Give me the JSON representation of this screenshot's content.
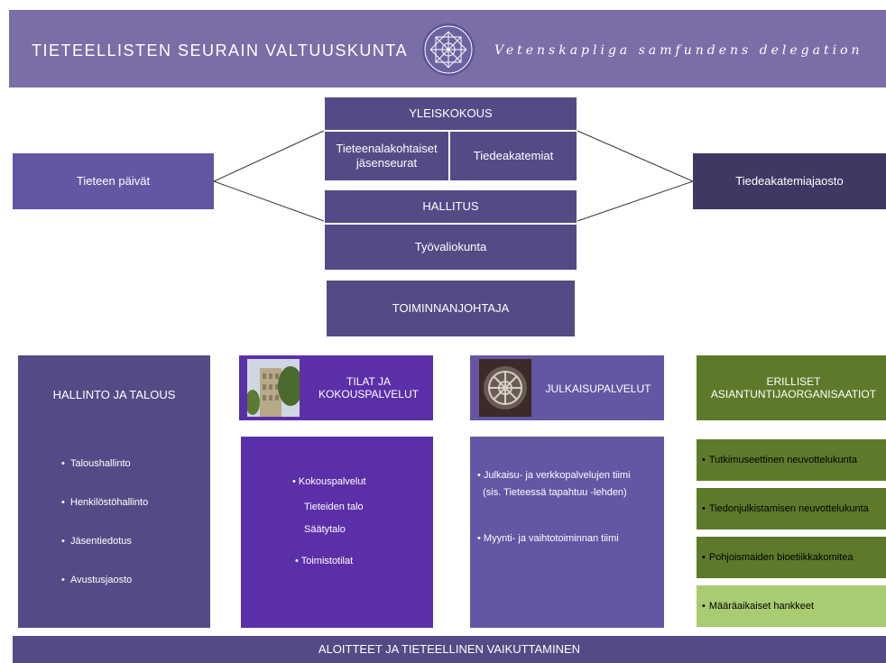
{
  "header": {
    "title_fi": "TIETEELLISTEN SEURAIN VALTUUSKUNTA",
    "title_sv": "Vetenskapliga samfundens delegation",
    "logo_icon": "geometric-star-logo-icon"
  },
  "center": {
    "yleiskokous": "YLEISKOKOUS",
    "member_societies_line1": "Tieteenalakohtaiset",
    "member_societies_line2": "jäsenseurat",
    "academies": "Tiedeakatemiat",
    "hallitus": "HALLITUS",
    "tyovaliokunta": "Työvaliokunta",
    "toiminnanjohtaja": "TOIMINNANJOHTAJA"
  },
  "left_box": "Tieteen päivät",
  "right_box": "Tiedeakatemiajaosto",
  "columns": {
    "hallinto": {
      "title": "HALLINTO JA TALOUS",
      "items": [
        "Taloushallinto",
        "Henkilöstöhallinto",
        "Jäsentiedotus",
        "Avustusjaosto"
      ]
    },
    "tilat": {
      "title_line1": "TILAT JA",
      "title_line2": "KOKOUSPALVELUT",
      "item1": "Kokouspalvelut",
      "sub1": "Tieteiden talo",
      "sub2": "Säätytalo",
      "item2": "Toimistotilat"
    },
    "julkaisu": {
      "title": "JULKAISUPALVELUT",
      "item1_line1": "Julkaisu- ja verkkopalvelujen tiimi",
      "item1_line2": "(sis. Tieteessä tapahtuu -lehden)",
      "item2": "Myynti- ja vaihtotoiminnan tiimi"
    },
    "erilliset": {
      "title_line1": "ERILLISET",
      "title_line2": "ASIANTUNTIJAORGANISAATIOT",
      "items": [
        "Tutkimuseettinen neuvottelukunta",
        "Tiedonjulkistamisen neuvottelukunta",
        "Pohjoismaiden bioetiikkakomitea",
        "Määräaikaiset hankkeet"
      ]
    }
  },
  "footer": "ALOITTEET JA TIETEELLINEN VAIKUTTAMINEN",
  "colors": {
    "header": "#7b6ea7",
    "dark_purple": "#554a86",
    "mid_purple": "#6456a3",
    "violet": "#5b2fa8",
    "navy": "#3f3863",
    "olive": "#5d7a2a",
    "light_green": "#a9cb72"
  }
}
